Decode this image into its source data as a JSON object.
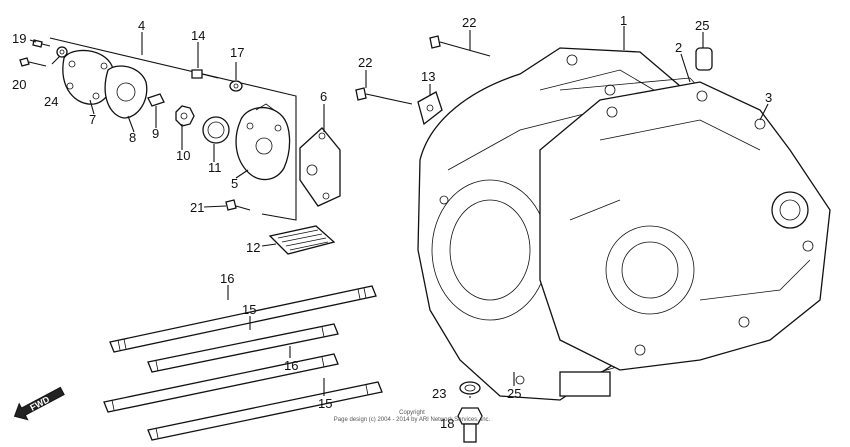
{
  "labels": {
    "p1": "1",
    "p2": "2",
    "p3": "3",
    "p4": "4",
    "p5": "5",
    "p6": "6",
    "p7": "7",
    "p8": "8",
    "p9": "9",
    "p10": "10",
    "p11": "11",
    "p12": "12",
    "p13": "13",
    "p14": "14",
    "p15a": "15",
    "p15b": "15",
    "p16a": "16",
    "p16b": "16",
    "p17": "17",
    "p18": "18",
    "p19": "19",
    "p20": "20",
    "p21": "21",
    "p22a": "22",
    "p22b": "22",
    "p23": "23",
    "p24": "24",
    "p25a": "25",
    "p25b": "25"
  },
  "fwd": "FWD",
  "copyright": {
    "line1": "Copyright",
    "line2": "Page design (c) 2004 - 2014 by ARI Network Services, Inc."
  }
}
